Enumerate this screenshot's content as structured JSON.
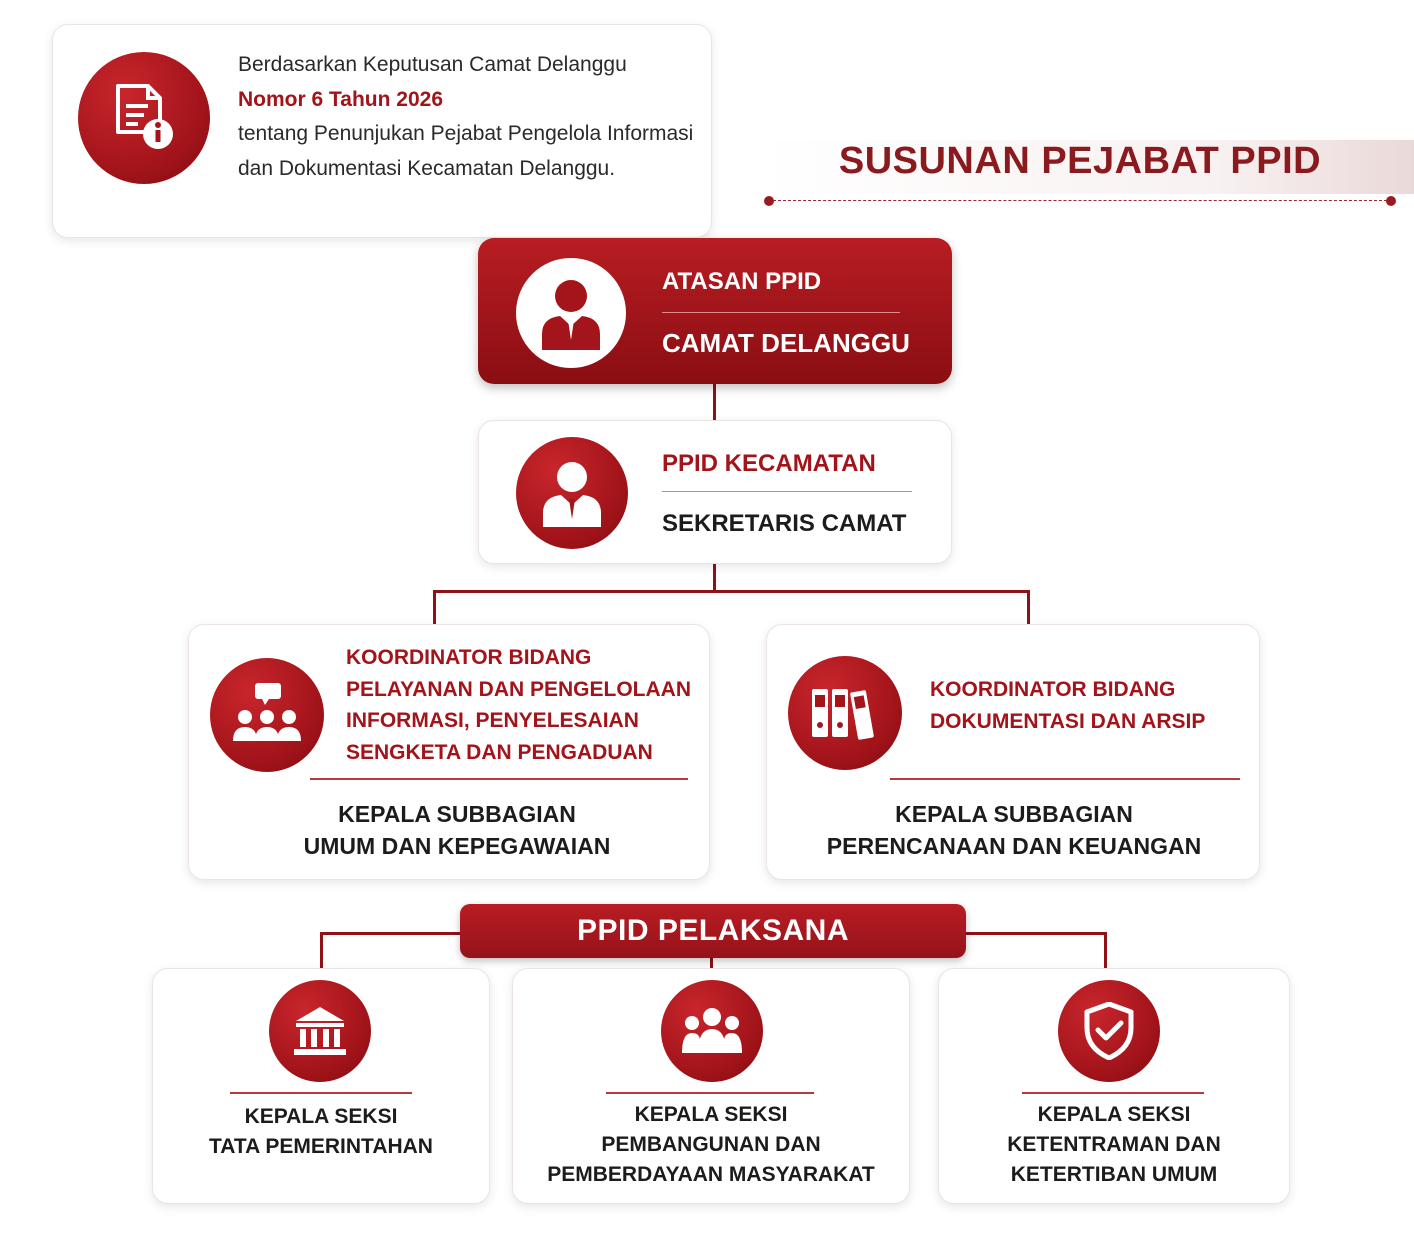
{
  "info": {
    "line1": "Berdasarkan Keputusan Camat Delanggu",
    "number": "Nomor 6 Tahun 2026",
    "line2": "tentang Penunjukan Pejabat Pengelola Informasi dan Dokumentasi Kecamatan Delanggu.",
    "icon": "document-info-icon"
  },
  "title": "SUSUNAN PEJABAT PPID",
  "atasan": {
    "role": "ATASAN PPID",
    "holder": "CAMAT DELANGGU",
    "icon": "person-icon"
  },
  "ppid": {
    "role": "PPID KECAMATAN",
    "holder": "SEKRETARIS CAMAT",
    "icon": "person-icon"
  },
  "koordinator": [
    {
      "role_lines": [
        "KOORDINATOR BIDANG",
        "PELAYANAN DAN PENGELOLAAN",
        "INFORMASI, PENYELESAIAN",
        "SENGKETA DAN PENGADUAN"
      ],
      "holder_lines": [
        "KEPALA SUBBAGIAN",
        "UMUM DAN KEPEGAWAIAN"
      ],
      "icon": "audience-icon"
    },
    {
      "role_lines": [
        "KOORDINATOR BIDANG",
        "DOKUMENTASI DAN ARSIP"
      ],
      "holder_lines": [
        "KEPALA SUBBAGIAN",
        "PERENCANAAN DAN KEUANGAN"
      ],
      "icon": "binders-icon"
    }
  ],
  "pelaksana": {
    "label": "PPID PELAKSANA",
    "units": [
      {
        "lines": [
          "KEPALA SEKSI",
          "TATA PEMERINTAHAN"
        ],
        "icon": "government-building-icon"
      },
      {
        "lines": [
          "KEPALA SEKSI",
          "PEMBANGUNAN DAN",
          "PEMBERDAYAAN MASYARAKAT"
        ],
        "icon": "community-icon"
      },
      {
        "lines": [
          "KEPALA SEKSI",
          "KETENTRAMAN DAN",
          "KETERTIBAN UMUM"
        ],
        "icon": "shield-check-icon"
      }
    ]
  },
  "colors": {
    "primary": "#a3141a",
    "dark": "#8a0d12",
    "title": "#8b1a1f"
  }
}
